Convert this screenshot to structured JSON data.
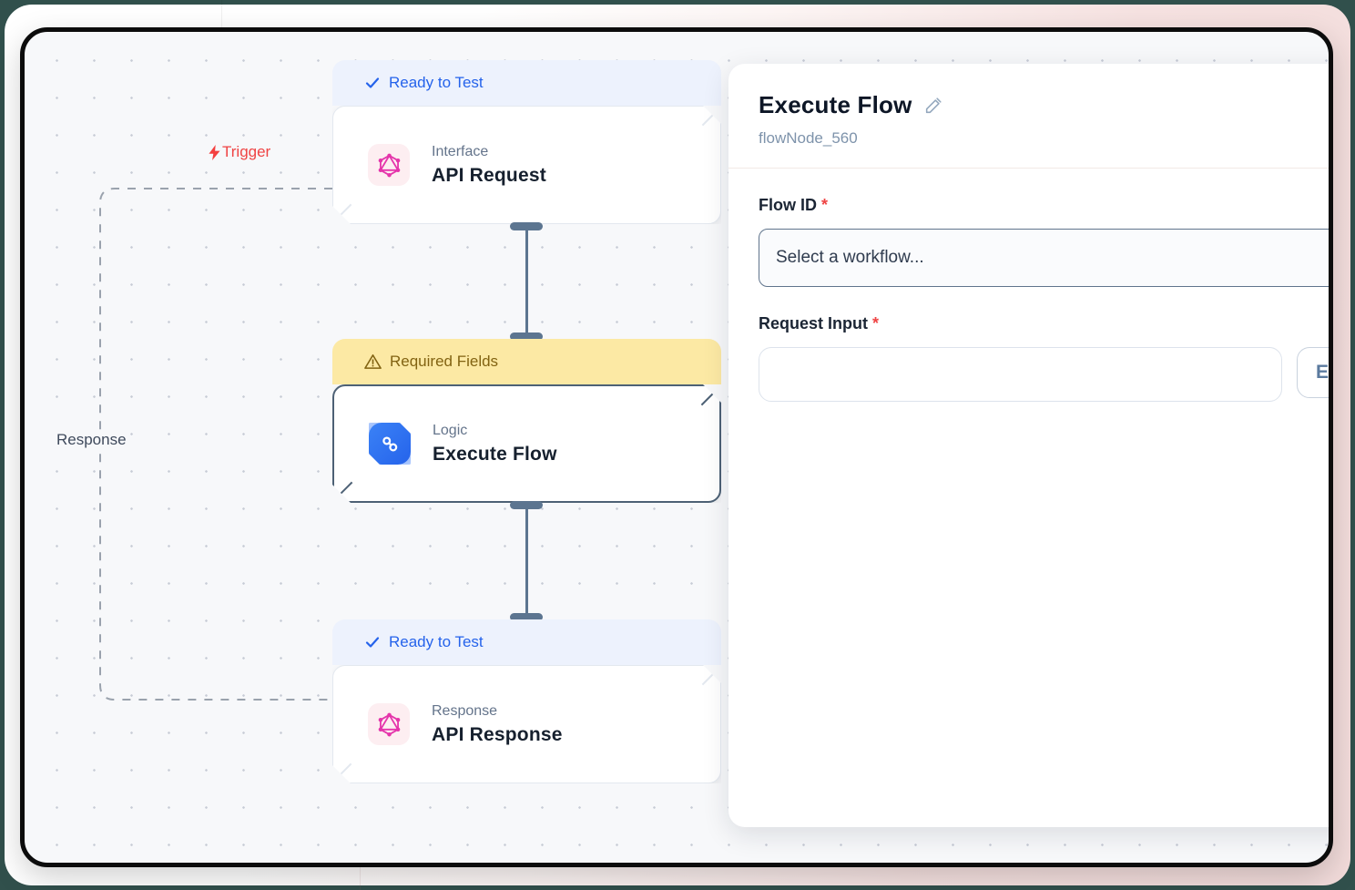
{
  "canvas": {
    "trigger_label": "Trigger",
    "response_label": "Response",
    "nodes": [
      {
        "status": "Ready to Test",
        "status_type": "ready",
        "category": "Interface",
        "title": "API Request",
        "icon": "graphql-icon",
        "selected": false
      },
      {
        "status": "Required Fields",
        "status_type": "warning",
        "category": "Logic",
        "title": "Execute Flow",
        "icon": "flow-icon",
        "selected": true
      },
      {
        "status": "Ready to Test",
        "status_type": "ready",
        "category": "Response",
        "title": "API Response",
        "icon": "graphql-icon",
        "selected": false
      }
    ]
  },
  "panel": {
    "title": "Execute Flow",
    "node_id": "flowNode_560",
    "required_marker": "*",
    "fields": {
      "flow_id": {
        "label": "Flow ID",
        "placeholder": "Select a workflow..."
      },
      "request_input": {
        "label": "Request Input",
        "value": "",
        "expand_button_label": "E"
      }
    }
  },
  "colors": {
    "accent_blue": "#2563eb",
    "warning_bg": "#fce9a4",
    "warning_text": "#826312",
    "trigger_red": "#ef4444",
    "node_icon_pink": "#e535ab",
    "selected_border": "#4d6175",
    "connector": "#5c7590",
    "frame": "#0c0c0c",
    "page_teal": "#31504c",
    "page_pink": "#f2dbda"
  }
}
